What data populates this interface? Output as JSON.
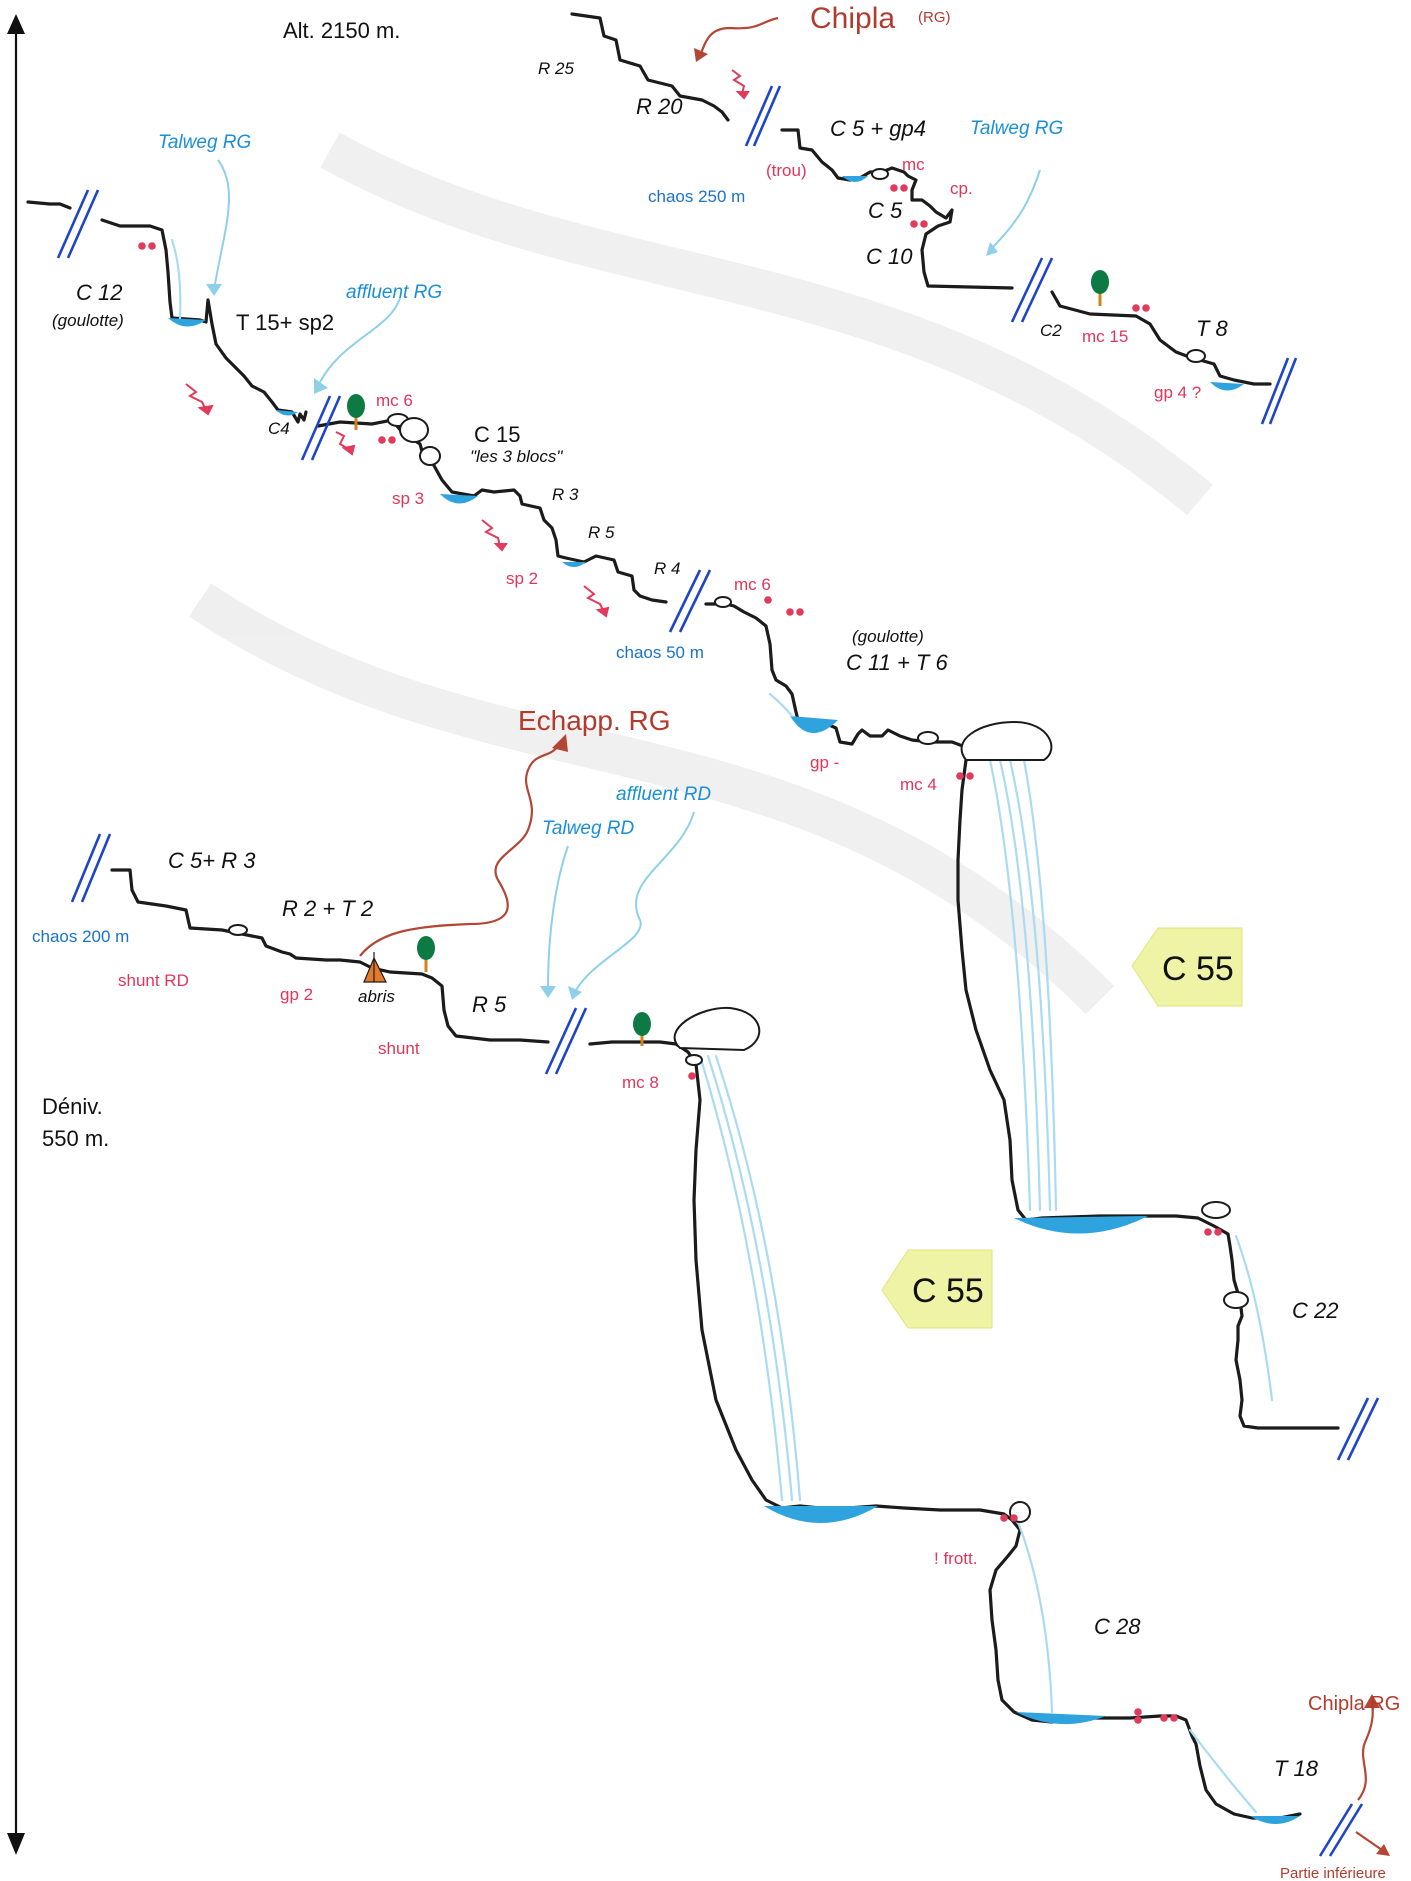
{
  "axis": {
    "top": "Alt. 2150 m.",
    "denivelation": [
      "Déniv.",
      "550 m."
    ]
  },
  "labels": {
    "chipla": "Chipla",
    "chipla_rg": "(RG)",
    "r25": "R 25",
    "r20": "R 20",
    "trou": "(trou)",
    "c5gp4": "C 5 + gp4",
    "mc_top": "mc",
    "chaos250": "chaos 250 m",
    "cp": "cp.",
    "c5b": "C 5",
    "c10": "C 10",
    "talweg_rg_right": "Talweg RG",
    "c2": "C2",
    "mc15": "mc 15",
    "t8": "T 8",
    "gp4q": "gp 4 ?",
    "talweg_rg_left": "Talweg RG",
    "c12": "C 12",
    "goulotte1": "(goulotte)",
    "t15": "T 15+ sp2",
    "affluent_rg": "affluent RG",
    "c4": "C4",
    "mc6a": "mc 6",
    "c15": "C 15",
    "les3blocs": "\"les 3 blocs\"",
    "sp3": "sp 3",
    "r3": "R 3",
    "r5a": "R 5",
    "sp2": "sp 2",
    "r4": "R 4",
    "mc6b": "mc 6",
    "chaos50": "chaos 50 m",
    "goulotte2": "(goulotte)",
    "c11t6": "C 11 + T 6",
    "gpminus": "gp -",
    "mc4": "mc 4",
    "echapp": "Echapp. RG",
    "affluent_rd": "affluent RD",
    "talweg_rd": "Talweg RD",
    "c5r3": "C 5+ R 3",
    "r2t2": "R 2 + T 2",
    "chaos200": "chaos 200 m",
    "shunt_rd": "shunt RD",
    "gp2": "gp 2",
    "abris": "abris",
    "r5b": "R 5",
    "shunt": "shunt",
    "mc8": "mc 8",
    "c22": "C 22",
    "frott": "! frott.",
    "c28": "C 28",
    "t18": "T 18",
    "chipla_rg2": "Chipla RG",
    "partie_inf": "Partie inférieure"
  },
  "tags": {
    "c55_upper": "C 55",
    "c55_lower": "C 55"
  },
  "colors": {
    "rope_ink": "#1b1b1b",
    "water": "#2ea3de",
    "cascade": "#a9dbf1",
    "anchor_red": "#e23a5c",
    "escape_red": "#b34635",
    "break_blue": "#1f45c7",
    "tag_yellow": "#eef3a6"
  }
}
